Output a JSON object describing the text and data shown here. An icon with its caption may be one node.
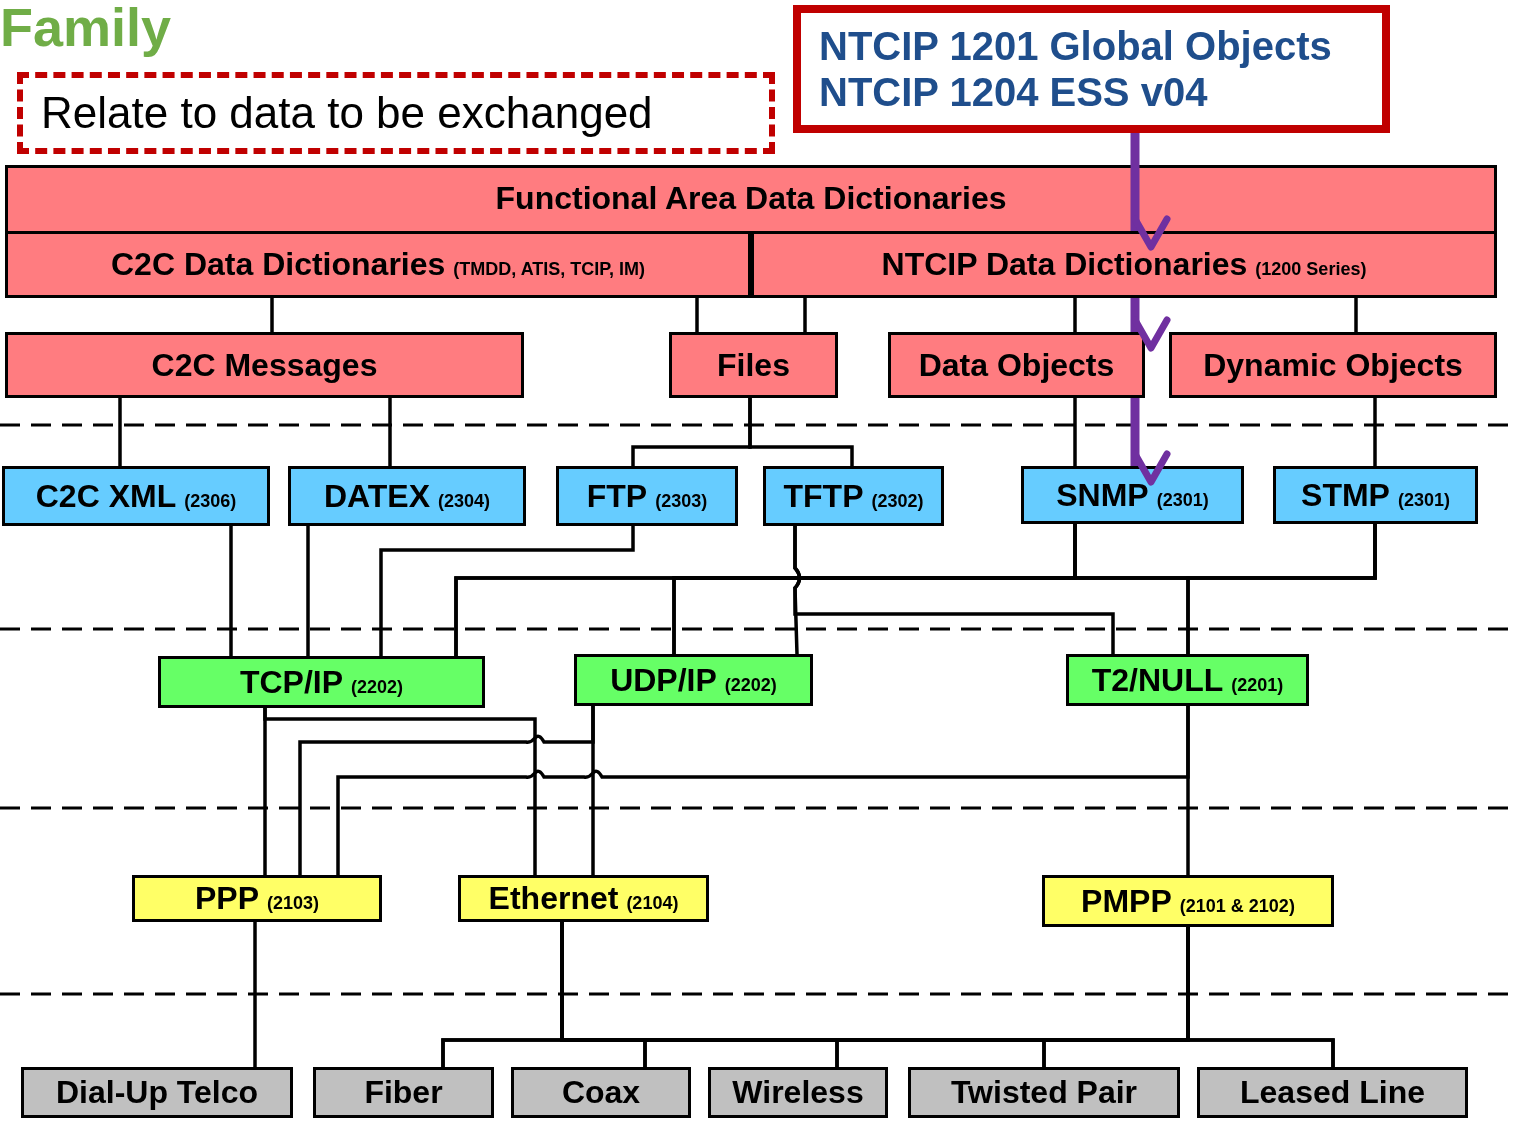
{
  "diagram": {
    "title": "Family",
    "nodes": [
      {
        "text": [
          "Relate to data to be exchanged"
        ]
      },
      {
        "text": [
          "NTCIP 1201 Global Objects",
          "NTCIP 1204 ESS v04"
        ]
      },
      {
        "text": [
          "Functional Area Data Dictionaries"
        ]
      },
      {
        "text": [
          "C2C Data Dictionaries",
          "(TMDD, ATIS, TCIP, IM)"
        ],
        "in": 2
      },
      {
        "text": [
          "NTCIP Data Dictionaries",
          "(1200 Series)"
        ],
        "in": 2
      },
      {
        "text": [
          "C2C Messages"
        ]
      },
      {
        "text": [
          "Files"
        ]
      },
      {
        "text": [
          "Data Objects"
        ]
      },
      {
        "text": [
          "Dynamic Objects"
        ]
      },
      {
        "text": [
          "C2C XML",
          "(2306)"
        ]
      },
      {
        "text": [
          "DATEX",
          "(2304)"
        ]
      },
      {
        "text": [
          "FTP",
          "(2303)"
        ]
      },
      {
        "text": [
          "TFTP",
          "(2302)"
        ]
      },
      {
        "text": [
          "SNMP",
          "(2301)"
        ]
      },
      {
        "text": [
          "STMP",
          "(2301)"
        ]
      },
      {
        "text": [
          "TCP/IP",
          "(2202)"
        ]
      },
      {
        "text": [
          "UDP/IP",
          "(2202)"
        ]
      },
      {
        "text": [
          "T2/NULL",
          "(2201)"
        ]
      },
      {
        "text": [
          "PPP",
          "(2103)"
        ]
      },
      {
        "text": [
          "Ethernet",
          "(2104)"
        ]
      },
      {
        "text": [
          "PMPP",
          "(2101 & 2102)"
        ]
      },
      {
        "text": [
          "Dial-Up Telco"
        ]
      },
      {
        "text": [
          "Fiber"
        ]
      },
      {
        "text": [
          "Coax"
        ]
      },
      {
        "text": [
          "Wireless"
        ]
      },
      {
        "text": [
          "Twisted Pair"
        ]
      },
      {
        "text": [
          "Leased Line"
        ]
      }
    ],
    "edges": [
      {
        "from": 3,
        "to": 5,
        "arrow": "none"
      },
      {
        "from": 3,
        "to": 6,
        "arrow": "none"
      },
      {
        "from": 4,
        "to": 6,
        "arrow": "none"
      },
      {
        "from": 4,
        "to": 7,
        "arrow": "none"
      },
      {
        "from": 4,
        "to": 8,
        "arrow": "none"
      },
      {
        "from": 5,
        "to": 9,
        "arrow": "none"
      },
      {
        "from": 5,
        "to": 10,
        "arrow": "none"
      },
      {
        "from": 6,
        "to": 11,
        "arrow": "none"
      },
      {
        "from": 6,
        "to": 12,
        "arrow": "none"
      },
      {
        "from": 7,
        "to": 13,
        "arrow": "none"
      },
      {
        "from": 8,
        "to": 14,
        "arrow": "none"
      },
      {
        "from": 9,
        "to": 15,
        "arrow": "none"
      },
      {
        "from": 10,
        "to": 15,
        "arrow": "none"
      },
      {
        "from": 11,
        "to": 15,
        "arrow": "none"
      },
      {
        "from": 12,
        "to": 16,
        "arrow": "none"
      },
      {
        "from": 12,
        "to": 17,
        "arrow": "none"
      },
      {
        "from": 13,
        "to": 15,
        "arrow": "none"
      },
      {
        "from": 13,
        "to": 16,
        "arrow": "none"
      },
      {
        "from": 13,
        "to": 17,
        "arrow": "none"
      },
      {
        "from": 14,
        "to": 15,
        "arrow": "none"
      },
      {
        "from": 14,
        "to": 16,
        "arrow": "none"
      },
      {
        "from": 14,
        "to": 17,
        "arrow": "none"
      },
      {
        "from": 15,
        "to": 18,
        "arrow": "none"
      },
      {
        "from": 15,
        "to": 19,
        "arrow": "none"
      },
      {
        "from": 16,
        "to": 18,
        "arrow": "none"
      },
      {
        "from": 16,
        "to": 19,
        "arrow": "none"
      },
      {
        "from": 17,
        "to": 18,
        "arrow": "none"
      },
      {
        "from": 17,
        "to": 20,
        "arrow": "none"
      },
      {
        "from": 18,
        "to": 21,
        "arrow": "none"
      },
      {
        "from": 19,
        "to": 22,
        "arrow": "none"
      },
      {
        "from": 19,
        "to": 23,
        "arrow": "none"
      },
      {
        "from": 19,
        "to": 24,
        "arrow": "none"
      },
      {
        "from": 19,
        "to": 25,
        "arrow": "none"
      },
      {
        "from": 19,
        "to": 26,
        "arrow": "none"
      },
      {
        "from": 20,
        "to": 22,
        "arrow": "none"
      },
      {
        "from": 20,
        "to": 23,
        "arrow": "none"
      },
      {
        "from": 20,
        "to": 24,
        "arrow": "none"
      },
      {
        "from": 20,
        "to": 25,
        "arrow": "none"
      },
      {
        "from": 20,
        "to": 26,
        "arrow": "none"
      },
      {
        "from": 1,
        "to": 4,
        "arrow": "to",
        "style": "thick",
        "color": "#7030a0"
      },
      {
        "from": 4,
        "to": 7,
        "arrow": "to",
        "style": "thick",
        "color": "#7030a0"
      },
      {
        "from": 7,
        "to": 13,
        "arrow": "to",
        "style": "thick",
        "color": "#7030a0"
      }
    ]
  }
}
